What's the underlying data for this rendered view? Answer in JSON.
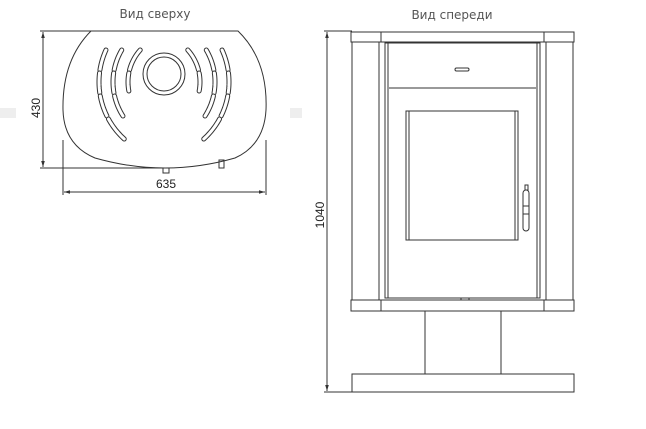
{
  "top_view": {
    "title": "Вид сверху",
    "depth_dimension": "430",
    "width_dimension": "635"
  },
  "front_view": {
    "title": "Вид спереди",
    "height_dimension": "1040"
  },
  "colors": {
    "line": "#333333",
    "text": "#555555"
  }
}
